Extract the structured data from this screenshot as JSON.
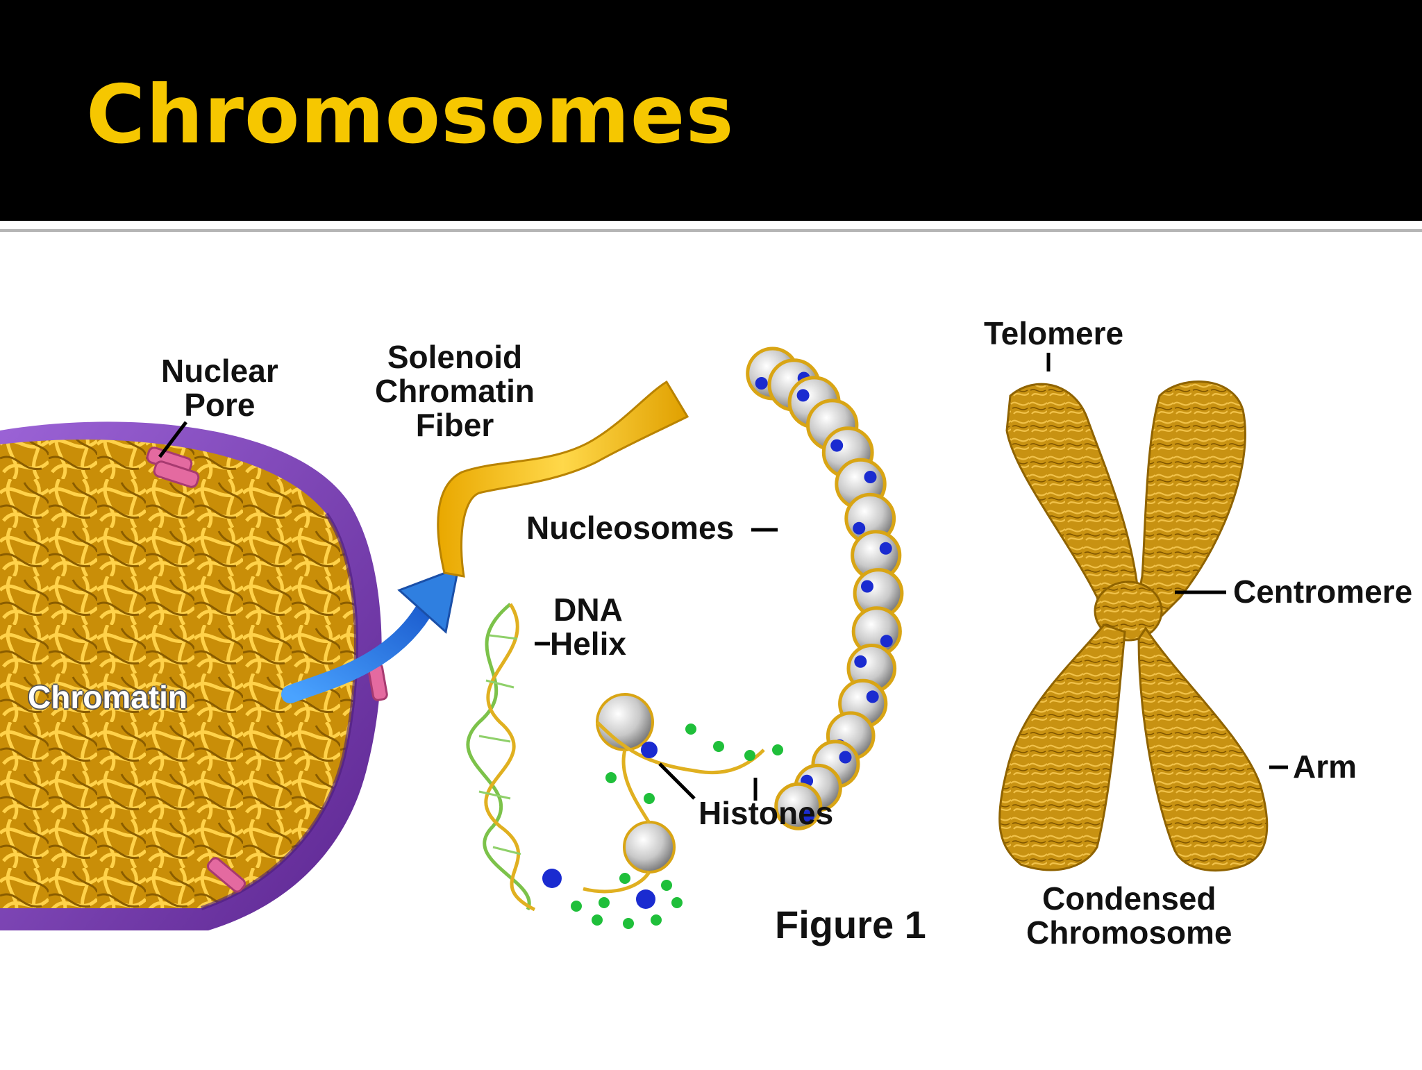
{
  "slide": {
    "title": "Chromosomes"
  },
  "figure": {
    "labels": {
      "nuclear_pore": "Nuclear\nPore",
      "chromatin": "Chromatin",
      "solenoid": "Solenoid\nChromatin\nFiber",
      "nucleosomes": "Nucleosomes",
      "dna_helix": "DNA\nHelix",
      "histones": "Histones",
      "figure_caption": "Figure 1",
      "telomere": "Telomere",
      "centromere": "Centromere",
      "arm": "Arm",
      "condensed": "Condensed\nChromosome"
    },
    "colors": {
      "title": "#f6c700",
      "nucleus_envelope": "#7b3fb0",
      "chromatin": "#d9a514",
      "arrow": "#2f7fe0",
      "histone": "#c8c8c8",
      "histone_marker": "#1a2bd0",
      "dna_marker": "#1fbf3a"
    }
  }
}
